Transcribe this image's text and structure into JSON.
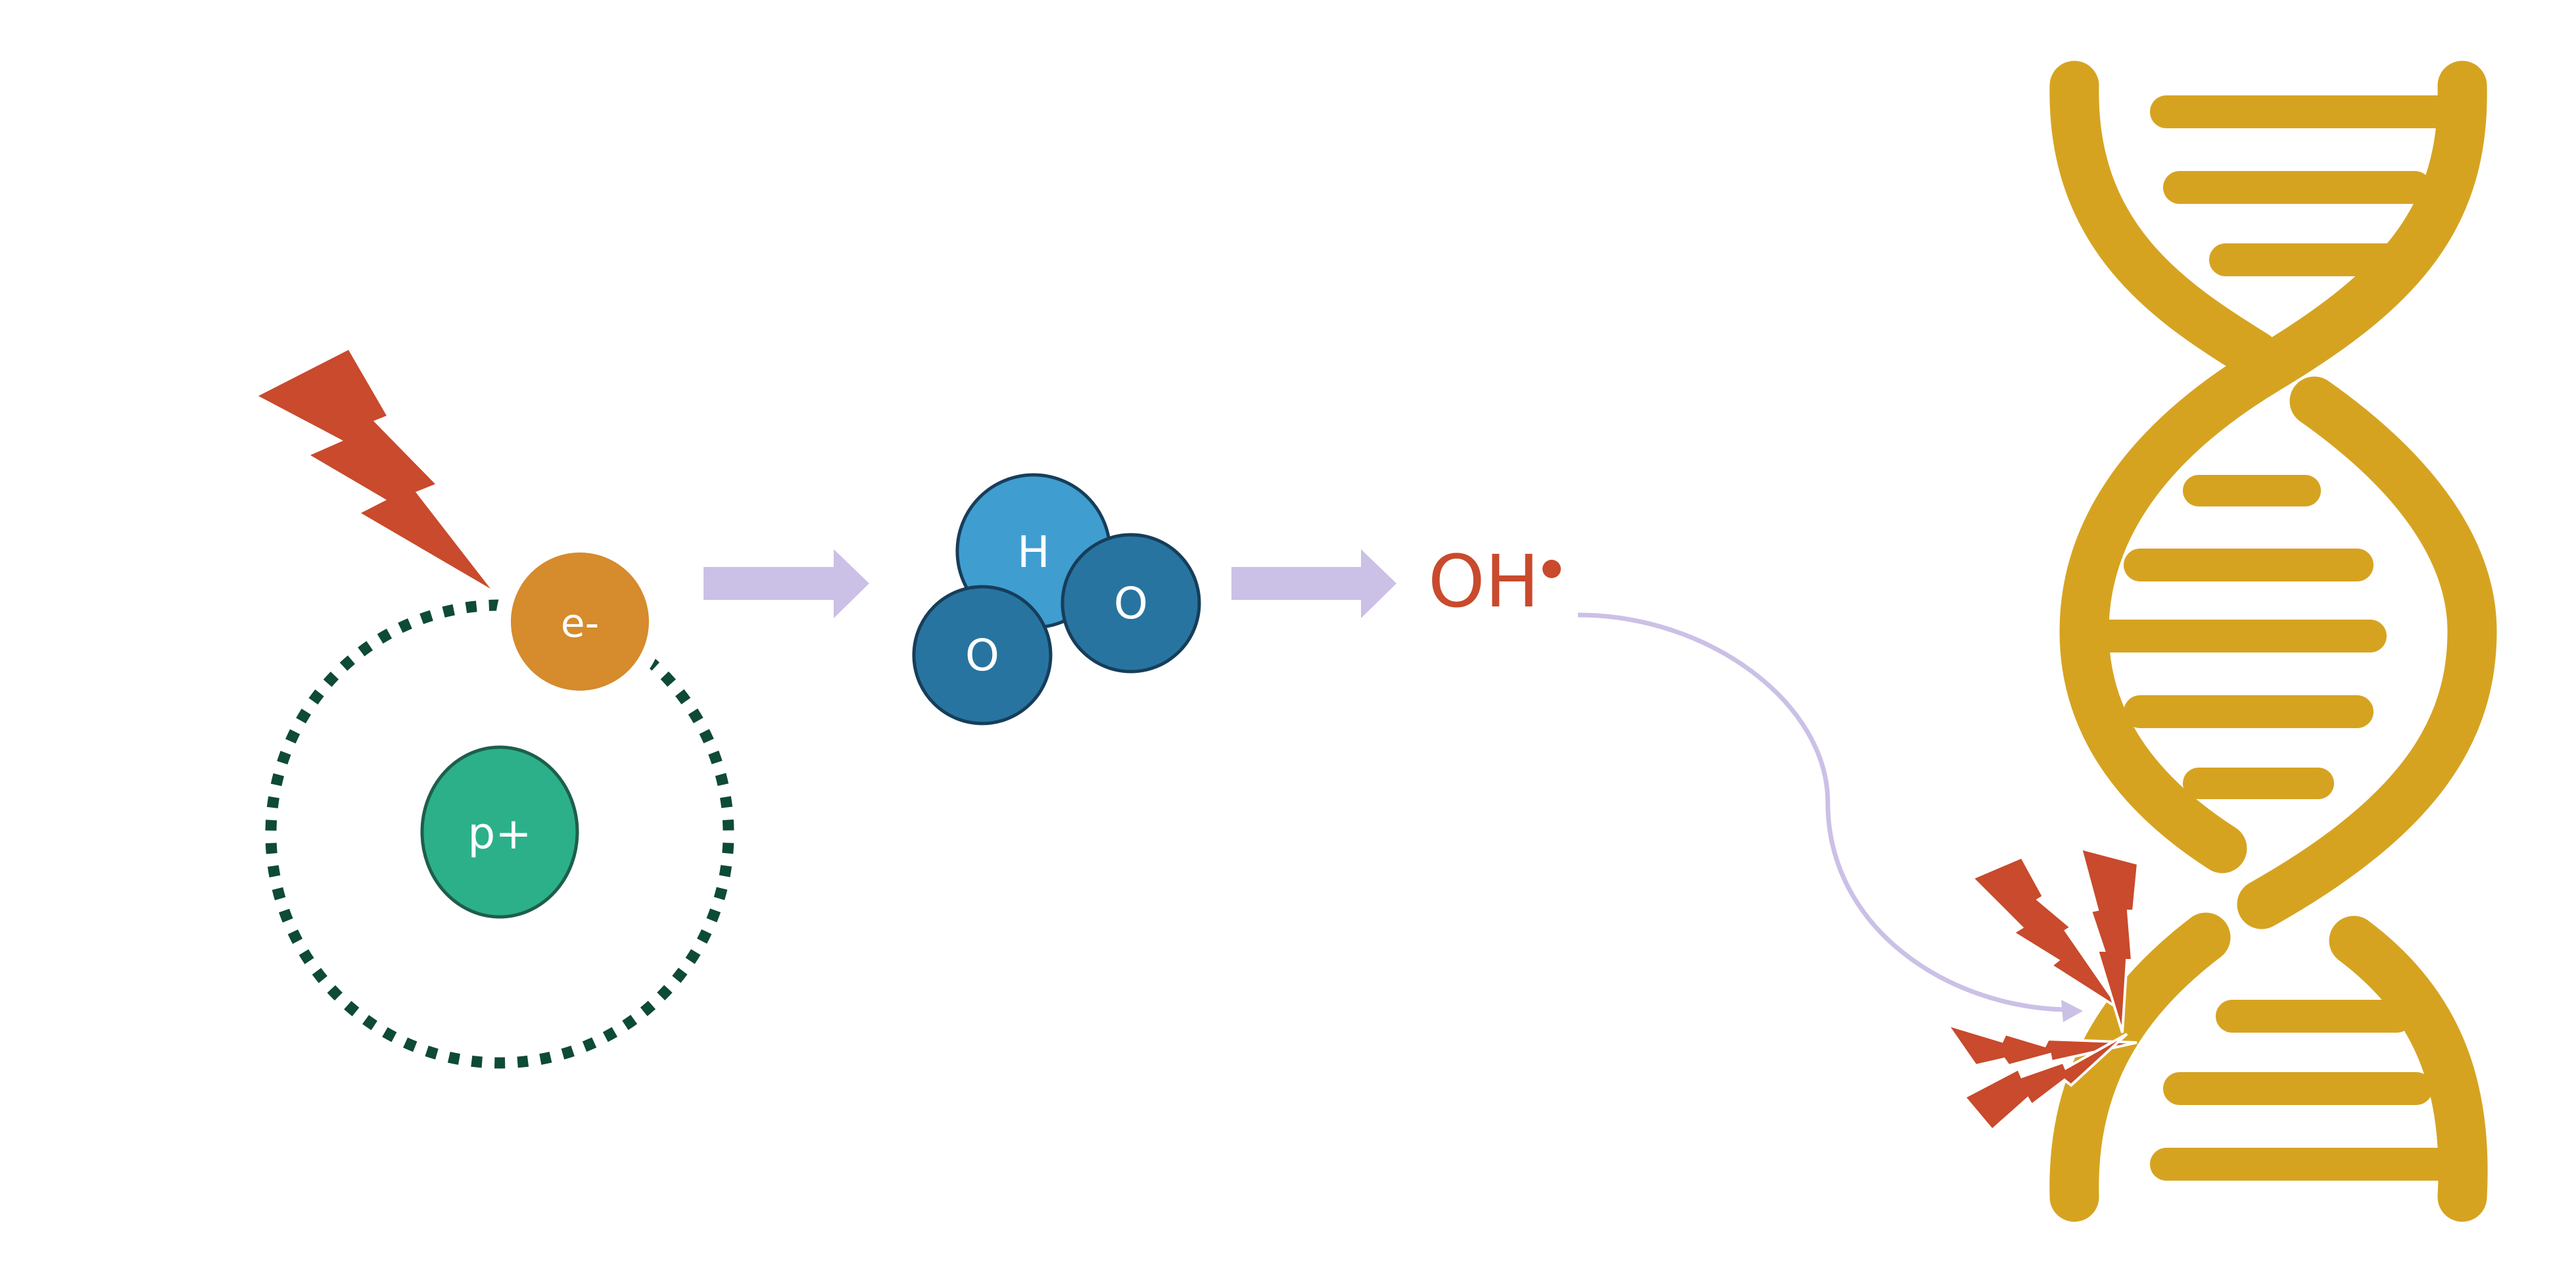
{
  "labels": {
    "electron": "e-",
    "proton": "p+",
    "water_h": "H",
    "water_o1": "O",
    "water_o2": "O",
    "radical": "OH"
  },
  "colors": {
    "background": "#ffffff",
    "bolt": "#c94a2c",
    "electron": "#d68b2c",
    "proton_fill": "#2bb08a",
    "proton_stroke": "#1e5e4c",
    "orbit": "#0e4a38",
    "arrow": "#cbc0e6",
    "hydrogen": "#3f9dd0",
    "oxygen": "#2874a0",
    "atom_stroke": "#163e5a",
    "radical_text": "#c94a2c",
    "dna": "#d6a321",
    "atom_text": "#ffffff"
  },
  "icons": [
    "lightning-bolt-icon",
    "dna-helix-icon",
    "damage-burst-icon"
  ]
}
